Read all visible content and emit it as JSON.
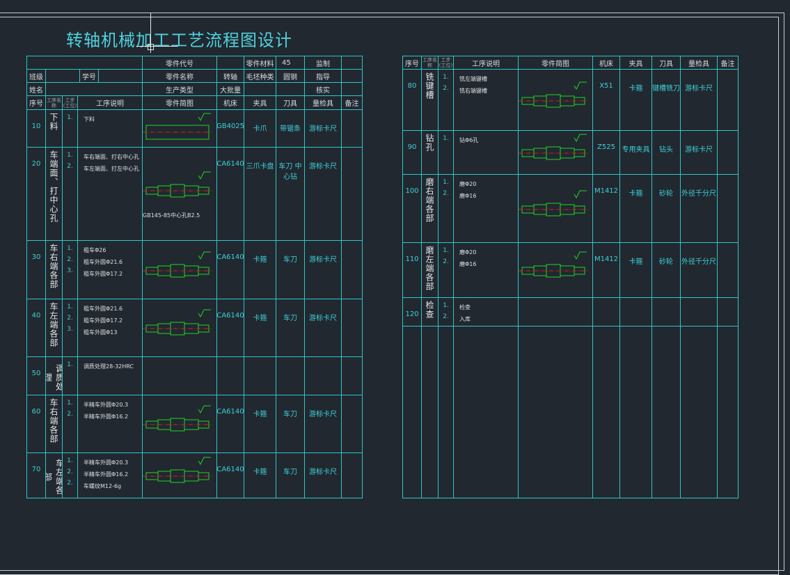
{
  "title": "转轴机械加工工艺流程图设计",
  "colors": {
    "background": "#212830",
    "grid": "#2ec7c9",
    "drawing": "#22d422",
    "centerline": "#d42020",
    "text": "#d9dde0",
    "accent": "#3fd0d8"
  },
  "header": {
    "part_code_label": "零件代号",
    "material_label": "零件材料",
    "material_value": "45",
    "supervise_label": "监制",
    "class_label": "班级",
    "student_no_label": "学号",
    "part_name_label": "零件名称",
    "part_name_value": "转轴",
    "blank_type_label": "毛坯种类",
    "blank_type_value": "圆钢",
    "guide_label": "指导",
    "name_label": "姓名",
    "production_type_label": "生产类型",
    "production_type_value": "大批量",
    "verify_label": "核实"
  },
  "columns": {
    "seq": "序号",
    "proc_name": "工序名称",
    "step": "工步(工位)",
    "desc": "工序说明",
    "sketch": "零件简图",
    "machine": "机床",
    "fixture": "夹具",
    "tool": "刀具",
    "gauge": "量检具",
    "remark": "备注"
  },
  "left_rows": [
    {
      "seq": "10",
      "name": "下料",
      "steps": [
        "1."
      ],
      "desc": [
        "下料"
      ],
      "machine": "GB4025",
      "fixture": "卡爪",
      "tool": "带锯条",
      "gauge": "游标卡尺"
    },
    {
      "seq": "20",
      "name": "车端面、打中心孔",
      "steps": [
        "1.",
        "2."
      ],
      "desc": [
        "车右端面、打右中心孔",
        "车左端面、打左中心孔"
      ],
      "machine": "CA6140",
      "fixture": "三爪卡盘",
      "tool": "车刀 中心钻",
      "gauge": "游标卡尺",
      "note": "GB145-85中心孔B2.5"
    },
    {
      "seq": "30",
      "name": "车右端各部",
      "steps": [
        "1.",
        "2.",
        "3."
      ],
      "desc": [
        "粗车Φ26",
        "粗车外圆Φ21.6",
        "粗车外圆Φ17.2"
      ],
      "machine": "CA6140",
      "fixture": "卡箍",
      "tool": "车刀",
      "gauge": "游标卡尺"
    },
    {
      "seq": "40",
      "name": "车左端各部",
      "steps": [
        "1.",
        "2.",
        "3."
      ],
      "desc": [
        "粗车外圆Φ21.6",
        "粗车外圆Φ17.2",
        "粗车外圆Φ13"
      ],
      "machine": "CA6140",
      "fixture": "卡箍",
      "tool": "车刀",
      "gauge": "游标卡尺"
    },
    {
      "seq": "50",
      "name": "调质处理",
      "steps": [
        "1."
      ],
      "desc": [
        "调质处理28-32HRC"
      ],
      "machine": "",
      "fixture": "",
      "tool": "",
      "gauge": ""
    },
    {
      "seq": "60",
      "name": "车右端各部",
      "steps": [
        "1.",
        "2."
      ],
      "desc": [
        "半精车外圆Φ20.3",
        "半精车外圆Φ16.2"
      ],
      "machine": "CA6140",
      "fixture": "卡箍",
      "tool": "车刀",
      "gauge": "游标卡尺"
    },
    {
      "seq": "70",
      "name": "车左端各部",
      "steps": [
        "1.",
        "2.",
        "2."
      ],
      "desc": [
        "半精车外圆Φ20.3",
        "半精车外圆Φ16.2",
        "车螺纹M12-6g"
      ],
      "machine": "CA6140",
      "fixture": "卡箍",
      "tool": "车刀",
      "gauge": "游标卡尺"
    }
  ],
  "right_rows": [
    {
      "seq": "80",
      "name": "铣键槽",
      "steps": [
        "1.",
        "2."
      ],
      "desc": [
        "铣左端键槽",
        "铣右端键槽"
      ],
      "machine": "X51",
      "fixture": "卡箍",
      "tool": "键槽铣刀",
      "gauge": "游标卡尺"
    },
    {
      "seq": "90",
      "name": "钻孔",
      "steps": [
        "1."
      ],
      "desc": [
        "钻Φ6孔"
      ],
      "machine": "Z525",
      "fixture": "专用夹具",
      "tool": "钻头",
      "gauge": "游标卡尺"
    },
    {
      "seq": "100",
      "name": "磨右端各部",
      "steps": [
        "1.",
        "2."
      ],
      "desc": [
        "磨Φ20",
        "磨Φ16"
      ],
      "machine": "M1412",
      "fixture": "卡箍",
      "tool": "砂轮",
      "gauge": "外径千分尺"
    },
    {
      "seq": "110",
      "name": "磨左端各部",
      "steps": [
        "1.",
        "2."
      ],
      "desc": [
        "磨Φ20",
        "磨Φ16"
      ],
      "machine": "M1412",
      "fixture": "卡箍",
      "tool": "砂轮",
      "gauge": "外径千分尺"
    },
    {
      "seq": "120",
      "name": "检查",
      "steps": [
        "1.",
        "2."
      ],
      "desc": [
        "检查",
        "入库"
      ],
      "machine": "",
      "fixture": "",
      "tool": "",
      "gauge": ""
    }
  ]
}
